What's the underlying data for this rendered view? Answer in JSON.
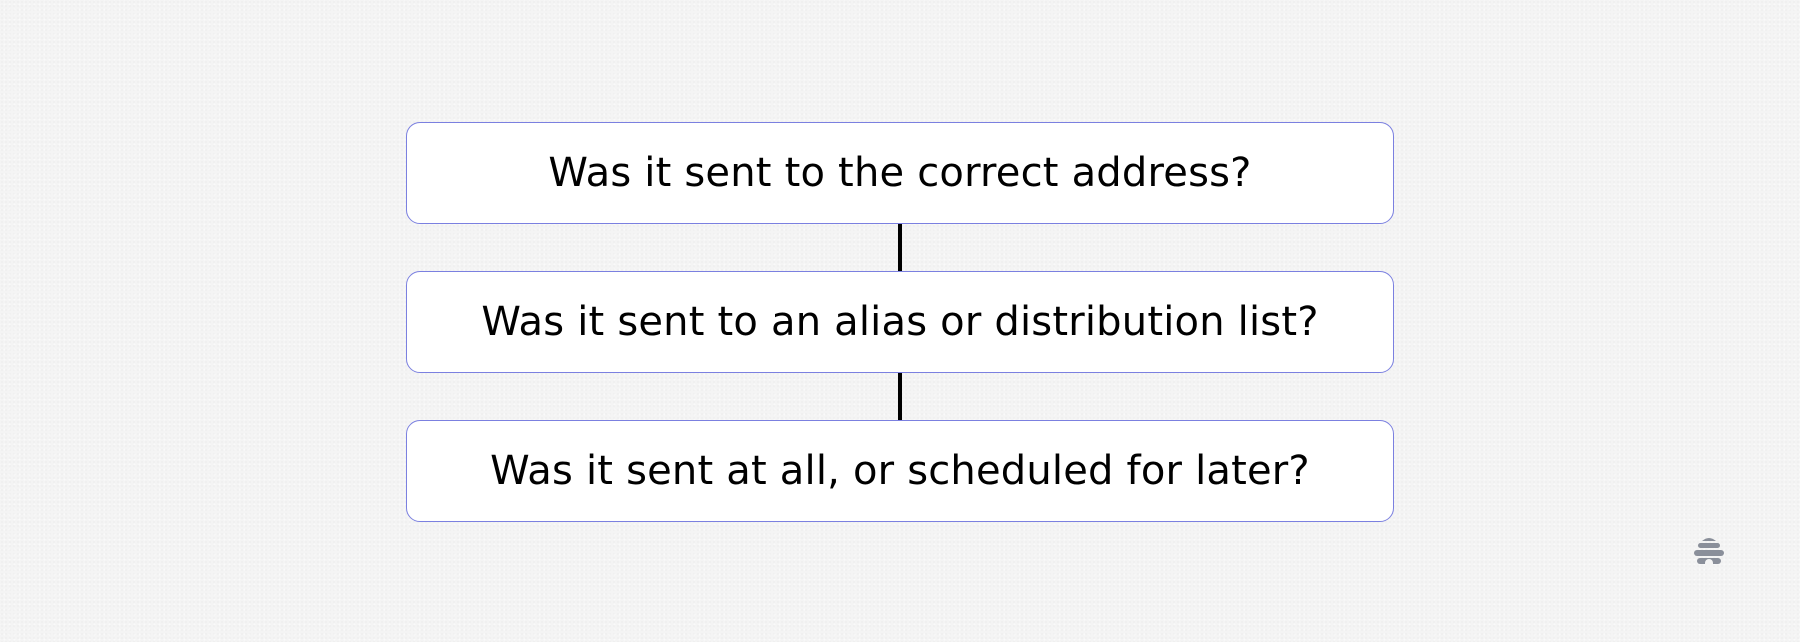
{
  "steps": [
    {
      "label": "Was it sent to the correct address?"
    },
    {
      "label": "Was it sent to an alias or distribution list?"
    },
    {
      "label": "Was it sent at all, or scheduled for later?"
    }
  ],
  "colors": {
    "background": "#f4f4f4",
    "box_border": "#7b80e0",
    "box_fill": "#ffffff",
    "connector": "#000000",
    "logo": "#8a8f9a"
  },
  "logo": {
    "icon": "beehive-logo-icon"
  }
}
